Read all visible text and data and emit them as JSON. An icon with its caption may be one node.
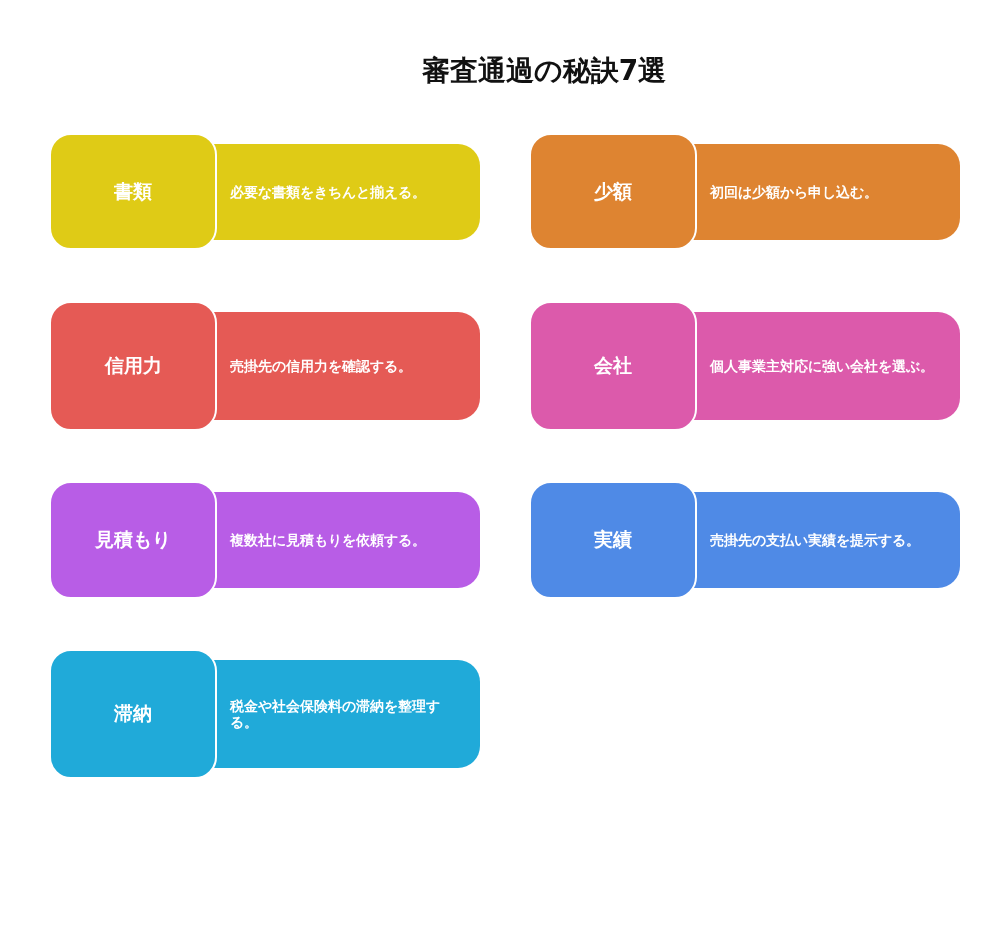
{
  "diagram": {
    "title": "審査通過の秘訣7選",
    "nodes": [
      {
        "text": [
          "書類"
        ]
      },
      {
        "text": [
          "必要な書類をきちんと揃える。"
        ]
      },
      {
        "text": [
          "少額"
        ]
      },
      {
        "text": [
          "初回は少額から申し込む。"
        ]
      },
      {
        "text": [
          "信用力"
        ]
      },
      {
        "text": [
          "売掛先の信用力を確認する。"
        ]
      },
      {
        "text": [
          "会社"
        ]
      },
      {
        "text": [
          "個人事業主対応に強い会社を選ぶ。"
        ]
      },
      {
        "text": [
          "見積もり"
        ]
      },
      {
        "text": [
          "複数社に見積もりを依頼する。"
        ]
      },
      {
        "text": [
          "実績"
        ]
      },
      {
        "text": [
          "売掛先の支払い実績を提示する。"
        ]
      },
      {
        "text": [
          "滞納"
        ]
      },
      {
        "text": [
          "税金や社会保険料の滞納を整理する。"
        ]
      }
    ]
  }
}
